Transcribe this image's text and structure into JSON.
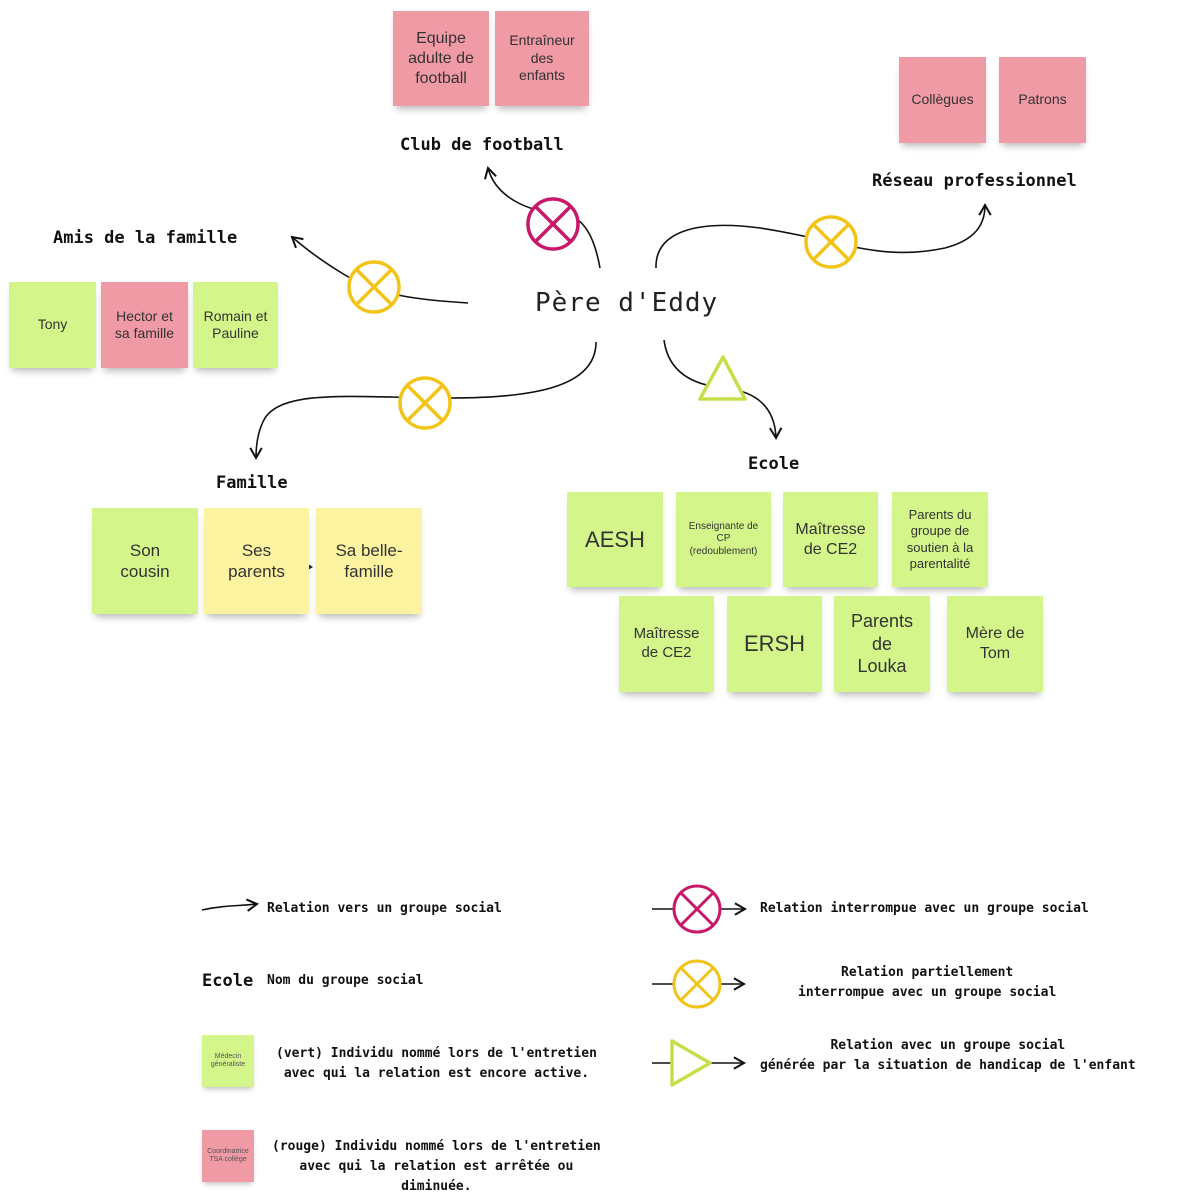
{
  "center": "Père d'Eddy",
  "groups": {
    "club": {
      "title": "Club de football",
      "notes": [
        {
          "text": "Equipe\nadulte de\nfootball",
          "color": "red"
        },
        {
          "text": "Entraîneur\ndes\nenfants",
          "color": "red"
        }
      ]
    },
    "reseau": {
      "title": "Réseau professionnel",
      "notes": [
        {
          "text": "Collègues",
          "color": "red"
        },
        {
          "text": "Patrons",
          "color": "red"
        }
      ]
    },
    "amis": {
      "title": "Amis de la famille",
      "notes": [
        {
          "text": "Tony",
          "color": "green"
        },
        {
          "text": "Hector et\nsa famille",
          "color": "red"
        },
        {
          "text": "Romain et\nPauline",
          "color": "green"
        }
      ]
    },
    "famille": {
      "title": "Famille",
      "notes": [
        {
          "text": "Son\ncousin",
          "color": "green"
        },
        {
          "text": "Ses\nparents",
          "color": "yellow"
        },
        {
          "text": "Sa belle-\nfamille",
          "color": "yellow"
        }
      ]
    },
    "ecole": {
      "title": "Ecole",
      "notes": [
        {
          "text": "AESH",
          "color": "green"
        },
        {
          "text": "Enseignante de\nCP\n(redoublement)",
          "color": "green"
        },
        {
          "text": "Maîtresse\nde CE2",
          "color": "green"
        },
        {
          "text": "Parents du\ngroupe de\nsoutien à la\nparentalité",
          "color": "green"
        },
        {
          "text": "Maîtresse\nde CE2",
          "color": "green"
        },
        {
          "text": "ERSH",
          "color": "green"
        },
        {
          "text": "Parents\nde\nLouka",
          "color": "green"
        },
        {
          "text": "Mère de\nTom",
          "color": "green"
        }
      ]
    }
  },
  "legend": {
    "arrow": "Relation vers un groupe social",
    "group_sample": "Ecole",
    "group_desc": "Nom du groupe social",
    "green_sample": "Médecin\ngénéraliste",
    "green_desc": "(vert) Individu nommé lors de l'entretien\navec qui la relation est encore active.",
    "red_sample": "Coordinatrice\nTSA collège",
    "red_desc": "(rouge) Individu nommé lors de l'entretien\navec qui la relation est arrêtée ou\ndiminuée.",
    "interrupted": "Relation interrompue avec un groupe social",
    "partial": "Relation partiellement\ninterrompue avec un groupe social",
    "handicap": "Relation avec un groupe social\ngénérée par la situation de handicap de l'enfant"
  },
  "colors": {
    "green": "#d3f58a",
    "red": "#f09aa6",
    "yellow": "#fbf3a0",
    "interrupted": "#c8186a",
    "partial": "#f2c417",
    "handicap": "#c3e04a"
  }
}
